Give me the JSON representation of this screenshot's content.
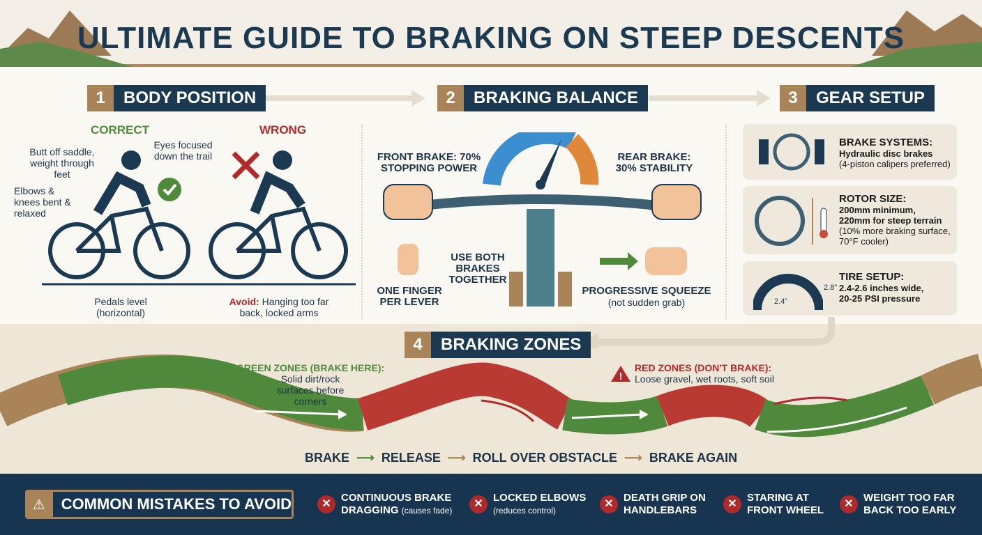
{
  "title": "ULTIMATE GUIDE TO BRAKING ON STEEP DESCENTS",
  "colors": {
    "navy": "#1b3a52",
    "tan": "#a88458",
    "green": "#4f8a3c",
    "red": "#b12a2a",
    "cream": "#efe9dd"
  },
  "sections": [
    {
      "num": "1",
      "label": "BODY POSITION"
    },
    {
      "num": "2",
      "label": "BRAKING BALANCE"
    },
    {
      "num": "3",
      "label": "GEAR SETUP"
    },
    {
      "num": "4",
      "label": "BRAKING ZONES"
    }
  ],
  "body": {
    "correct": "CORRECT",
    "wrong": "WRONG",
    "butt": "Butt off saddle, weight through feet",
    "eyes": "Eyes focused down the trail",
    "elbows": "Elbows & knees bent & relaxed",
    "pedals": "Pedals level (horizontal)",
    "avoid_label": "Avoid:",
    "avoid_text": "Hanging too far back, locked arms",
    "icons": [
      "check-icon",
      "cross-icon"
    ]
  },
  "balance": {
    "front": "FRONT BRAKE: 70%",
    "front_sub": "STOPPING POWER",
    "rear": "REAR BRAKE:",
    "rear_sub": "30% STABILITY",
    "front_pct": 70,
    "rear_pct": 30,
    "both": "USE BOTH BRAKES TOGETHER",
    "finger": "ONE FINGER PER LEVER",
    "squeeze": "PROGRESSIVE SQUEEZE",
    "squeeze_sub": "(not sudden grab)"
  },
  "gear": [
    {
      "title": "BRAKE SYSTEMS:",
      "lines": [
        "Hydraulic disc brakes"
      ],
      "sub": [
        "(4-piston calipers preferred)"
      ]
    },
    {
      "title": "ROTOR SIZE:",
      "lines": [
        "200mm minimum,",
        "220mm for steep terrain"
      ],
      "sub": [
        "(10% more braking surface,",
        "70°F cooler)"
      ]
    },
    {
      "title": "TIRE SETUP:",
      "lines": [
        "2.4-2.6 inches wide,",
        "20-25 PSI pressure"
      ],
      "sub": [],
      "dim_width": "2.4\"",
      "dim_height": "2.8\""
    }
  ],
  "zones": {
    "green_title": "GREEN ZONES (BRAKE HERE):",
    "green_text": "Solid dirt/rock surfaces before corners",
    "red_title": "RED ZONES (DON'T BRAKE):",
    "red_text": "Loose gravel, wet roots, soft soil",
    "flow": [
      "BRAKE",
      "RELEASE",
      "ROLL OVER OBSTACLE",
      "BRAKE AGAIN"
    ]
  },
  "mistakes": {
    "title": "COMMON MISTAKES TO AVOID",
    "items": [
      {
        "text": "CONTINUOUS BRAKE",
        "text2": "DRAGGING",
        "note": "(causes fade)"
      },
      {
        "text": "LOCKED ELBOWS",
        "text2": "",
        "note": "(reduces control)"
      },
      {
        "text": "DEATH GRIP ON",
        "text2": "HANDLEBARS",
        "note": ""
      },
      {
        "text": "STARING AT",
        "text2": "FRONT WHEEL",
        "note": ""
      },
      {
        "text": "WEIGHT TOO FAR",
        "text2": "BACK TOO EARLY",
        "note": ""
      }
    ]
  }
}
